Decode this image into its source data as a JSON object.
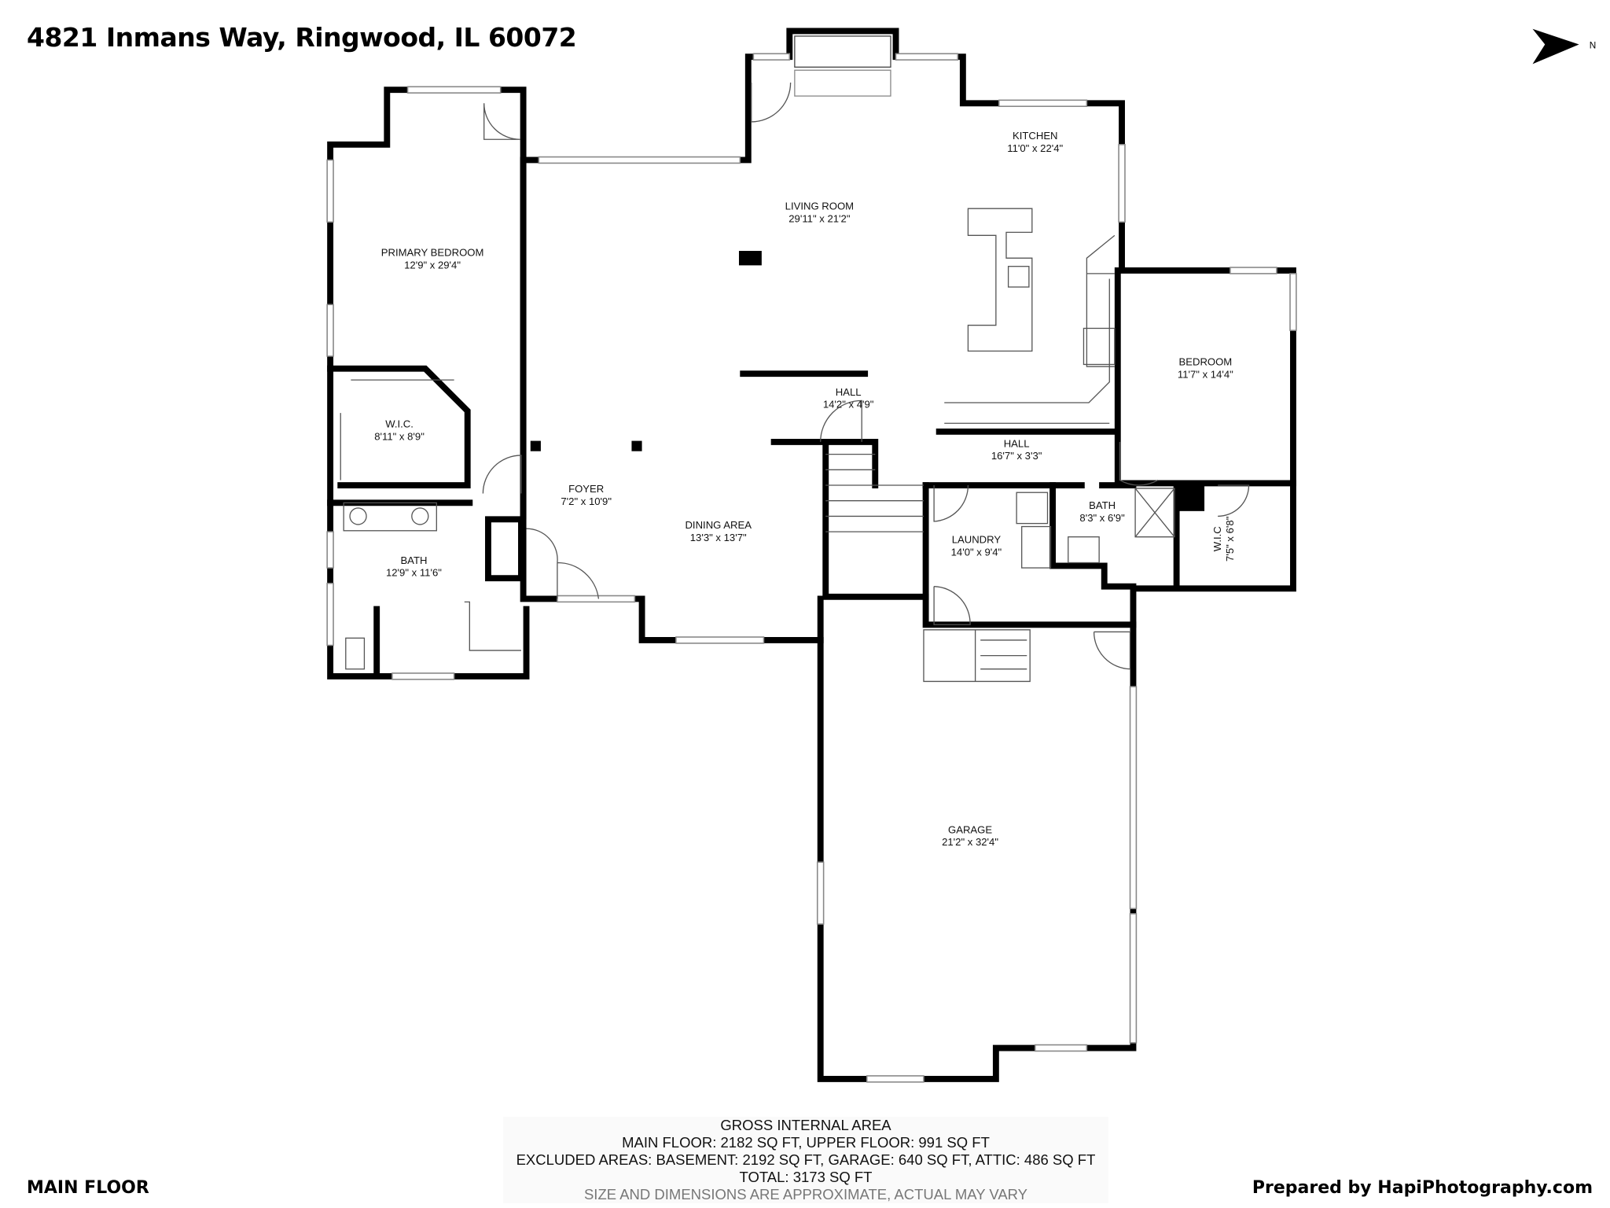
{
  "header": {
    "address": "4821 Inmans Way, Ringwood, IL 60072",
    "compass_label": "N",
    "compass_icon": "north-arrow-icon"
  },
  "rooms": [
    {
      "name": "PRIMARY BEDROOM",
      "dims": "12'9\" x 29'4\""
    },
    {
      "name": "W.I.C.",
      "dims": "8'11\" x 8'9\""
    },
    {
      "name": "BATH",
      "dims": "12'9\" x 11'6\""
    },
    {
      "name": "LIVING ROOM",
      "dims": "29'11\" x 21'2\""
    },
    {
      "name": "KITCHEN",
      "dims": "11'0\" x 22'4\""
    },
    {
      "name": "HALL",
      "dims": "14'2\" x 4'9\""
    },
    {
      "name": "HALL",
      "dims": "16'7\" x 3'3\""
    },
    {
      "name": "FOYER",
      "dims": "7'2\" x 10'9\""
    },
    {
      "name": "DINING AREA",
      "dims": "13'3\" x 13'7\""
    },
    {
      "name": "BEDROOM",
      "dims": "11'7\" x 14'4\""
    },
    {
      "name": "LAUNDRY",
      "dims": "14'0\" x 9'4\""
    },
    {
      "name": "BATH",
      "dims": "8'3\" x 6'9\""
    },
    {
      "name": "W.I.C",
      "dims": "7'5\" x 6'8\""
    },
    {
      "name": "GARAGE",
      "dims": "21'2\" x 32'4\""
    }
  ],
  "area_summary": {
    "heading": "GROSS INTERNAL AREA",
    "line1": "MAIN FLOOR: 2182 SQ FT, UPPER FLOOR: 991 SQ FT",
    "line2": "EXCLUDED AREAS: BASEMENT: 2192 SQ FT, GARAGE: 640 SQ FT, ATTIC: 486 SQ FT",
    "total": "TOTAL: 3173 SQ FT",
    "note": "SIZE AND DIMENSIONS ARE APPROXIMATE, ACTUAL MAY VARY"
  },
  "footer": {
    "floor_label": "MAIN FLOOR",
    "credit": "Prepared by HapiPhotography.com"
  }
}
